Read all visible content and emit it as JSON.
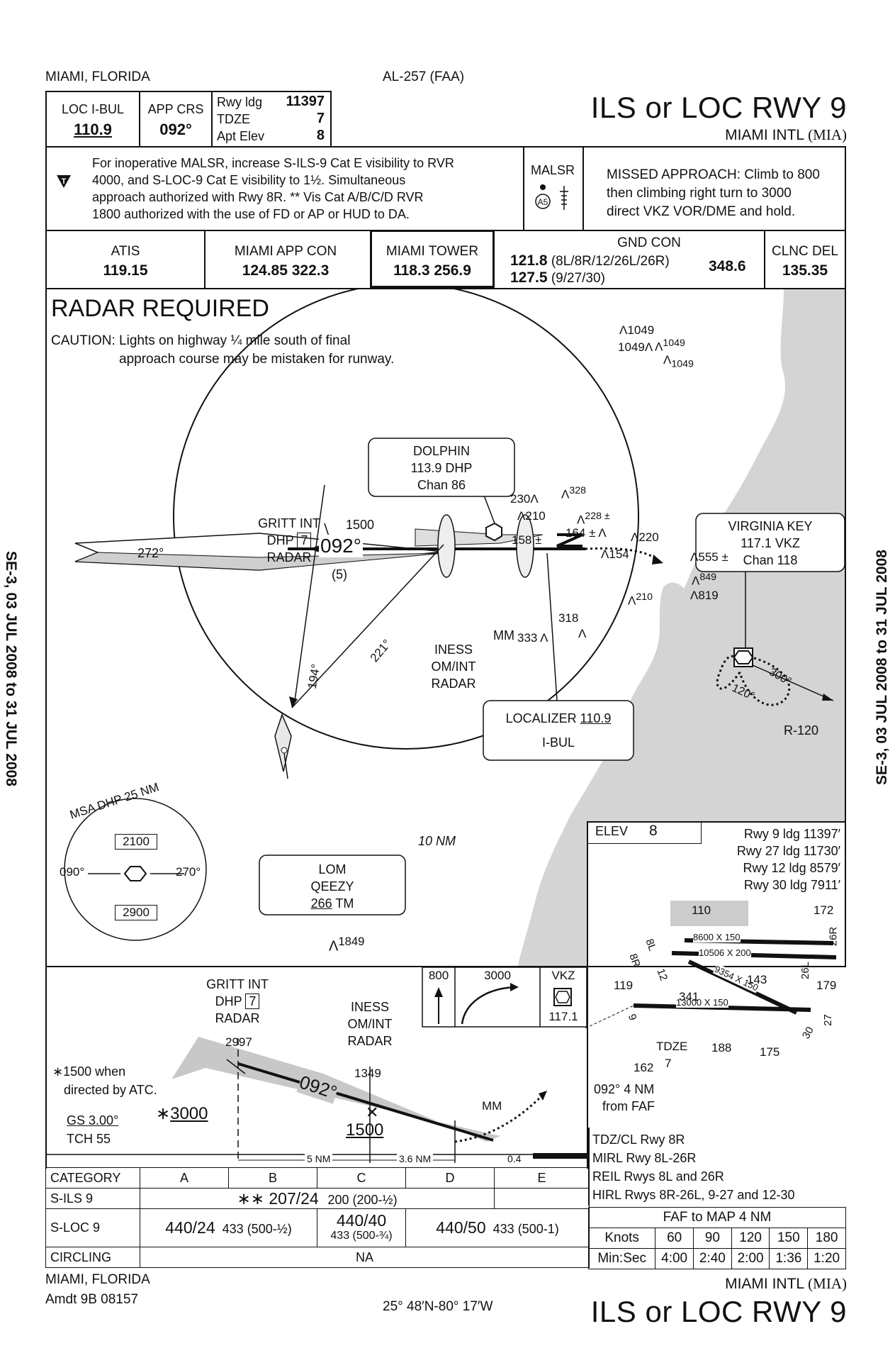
{
  "header": {
    "city": "MIAMI, FLORIDA",
    "chart_id": "AL-257 (FAA)",
    "title": "ILS or LOC RWY 9",
    "airport": "MIAMI INTL",
    "airport_code": "(MIA)"
  },
  "briefing": {
    "loc_label": "LOC  I-BUL",
    "loc_freq": "110.9",
    "app_crs_label": "APP CRS",
    "app_crs": "092°",
    "rwy_ldg_label": "Rwy ldg",
    "rwy_ldg": "11397",
    "tdze_label": "TDZE",
    "tdze": "7",
    "apt_elev_label": "Apt Elev",
    "apt_elev": "8",
    "notes": [
      "For inoperative MALSR, increase S-ILS-9 Cat E visibility  to RVR",
      "4000, and S-LOC-9 Cat E visibility to 1½. Simultaneous",
      "approach authorized with Rwy 8R. ** Vis Cat A/B/C/D RVR",
      "1800 authorized with the use of FD or AP or HUD to DA."
    ],
    "lighting": "MALSR",
    "lighting_code": "A5",
    "missed_approach": [
      "MISSED APPROACH:  Climb to 800",
      "then climbing right turn to 3000",
      "direct VKZ VOR/DME and hold."
    ]
  },
  "comms": {
    "atis_label": "ATIS",
    "atis": "119.15",
    "app_label": "MIAMI APP CON",
    "app": "124.85  322.3",
    "tower_label": "MIAMI TOWER",
    "tower": "118.3  256.9",
    "gnd_label": "GND CON",
    "gnd1": "121.8",
    "gnd1_rwys": "(8L/8R/12/26L/26R)",
    "gnd2": "127.5",
    "gnd2_rwys": "(9/27/30)",
    "gnd_uhf": "348.6",
    "clnc_label": "CLNC DEL",
    "clnc": "135.35"
  },
  "planview": {
    "radar": "RADAR REQUIRED",
    "caution1": "CAUTION: Lights on highway ¼ mile south of final",
    "caution2": "approach course may be mistaken for runway.",
    "dolphin": [
      "DOLPHIN",
      "113.9  DHP",
      "Chan 86"
    ],
    "gritt": [
      "GRITT INT",
      "DHP",
      "7",
      "RADAR"
    ],
    "virginia": [
      "VIRGINIA KEY",
      "117.1  VKZ",
      "Chan 118"
    ],
    "localizer_label": "LOCALIZER",
    "localizer_freq": "110.9",
    "localizer_id": "I-BUL",
    "iness": [
      "INESS",
      "OM/INT",
      "RADAR"
    ],
    "lom": [
      "LOM",
      "QEEZY",
      "266",
      "TM"
    ],
    "mm": "MM",
    "crs_inbound": "092°",
    "crs_outbound": "272°",
    "alt_1500": "1500",
    "dist_5": "(5)",
    "r194": "194°",
    "r221": "221°",
    "hold_out": "300°",
    "hold_in": "120°",
    "radial": "R-120",
    "ring": "10 NM",
    "obstacles": [
      "1049",
      "1049",
      "1049",
      "1049",
      "328",
      "230",
      "210",
      "228 ±",
      "164 ±",
      "158 ±",
      "220",
      "154",
      "210",
      "555 ±",
      "849",
      "819",
      "318",
      "333",
      "1849"
    ],
    "msa_title": "MSA DHP 25 NM",
    "msa_north": "2100",
    "msa_south": "2900",
    "msa_left": "090°",
    "msa_right": "270°"
  },
  "airport": {
    "elev_label": "ELEV",
    "elev": "8",
    "rwys": [
      "Rwy 9 ldg 11397′",
      "Rwy 27 ldg 11730′",
      "Rwy 12 ldg 8579′",
      "Rwy 30 ldg 7911′"
    ],
    "dims": [
      "8600 X 150",
      "10506 X 200",
      "9354 X 150",
      "13000 X 150"
    ],
    "labels": [
      "110",
      "172",
      "119",
      "341",
      "143",
      "179",
      "188",
      "175",
      "162",
      "TDZE",
      "7",
      "8L",
      "8R",
      "12",
      "9",
      "26R",
      "26L",
      "27",
      "30"
    ],
    "faf_note": [
      "092° 4 NM",
      "from FAF"
    ],
    "lights": [
      "TDZ/CL Rwy 8R",
      "MIRL Rwy 8L-26R",
      "REIL Rwys 8L and 26R",
      "HIRL Rwys 8R-26L, 9-27 and 12-30"
    ]
  },
  "profile": {
    "gritt": [
      "GRITT INT",
      "DHP",
      "7",
      "RADAR"
    ],
    "gritt_alt": "2997",
    "iness": [
      "INESS",
      "OM/INT",
      "RADAR"
    ],
    "iness_alt": "1349",
    "note1": "∗1500 when",
    "note2": "directed by ATC.",
    "alt_3000": "3000",
    "alt_1500": "1500",
    "crs": "092°",
    "mm": "MM",
    "gs": "GS 3.00°",
    "tch": "TCH 55",
    "seg1": "5 NM",
    "seg2": "3.6 NM",
    "seg3": "0.4",
    "ma_icons": [
      "800",
      "3000",
      "VKZ",
      "117.1"
    ]
  },
  "minimums": {
    "headers": [
      "CATEGORY",
      "A",
      "B",
      "C",
      "D",
      "E"
    ],
    "sils_label": "S-ILS 9",
    "sils_value": "∗∗ 207/24",
    "sils_e": "200 (200-½)",
    "sloc_label": "S-LOC 9",
    "sloc_ab": "440/24",
    "sloc_ab_sub": "433 (500-½)",
    "sloc_c": "440/40",
    "sloc_c_sub": "433 (500-¾)",
    "sloc_de": "440/50",
    "sloc_de_sub": "433 (500-1)",
    "circ_label": "CIRCLING",
    "circ_value": "NA"
  },
  "faf_table": {
    "title": "FAF to MAP  4 NM",
    "knots_label": "Knots",
    "knots": [
      "60",
      "90",
      "120",
      "150",
      "180"
    ],
    "time_label": "Min:Sec",
    "times": [
      "4:00",
      "2:40",
      "2:00",
      "1:36",
      "1:20"
    ]
  },
  "footer": {
    "city": "MIAMI, FLORIDA",
    "amdt": "Amdt 9B  08157",
    "coords": "25° 48′N-80° 17′W",
    "airport": "MIAMI INTL",
    "airport_code": "(MIA)",
    "title": "ILS or LOC RWY 9"
  },
  "side_text": "SE-3, 03 JUL 2008 to 31 JUL 2008"
}
